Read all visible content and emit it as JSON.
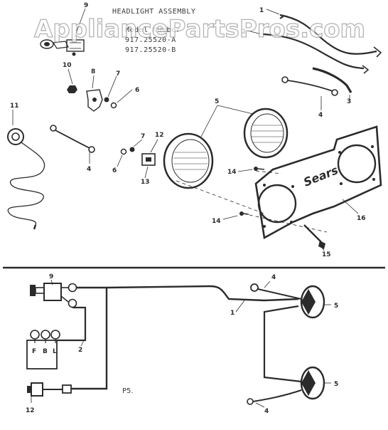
{
  "header": {
    "title": "HEADLIGHT ASSEMBLY",
    "model_label": "Model Number",
    "models": [
      "917.25520-A",
      "917.25520-B"
    ]
  },
  "watermark": {
    "text": "AppliancePartsPros.com"
  },
  "sears_logo": "Sears",
  "page_code": "P5.",
  "switch_terminals": [
    "F",
    "B",
    "L"
  ],
  "callouts": {
    "c1a": "1",
    "c2a": "2",
    "c3a": "3",
    "c4a": "4",
    "c4b": "4",
    "c5a": "5",
    "c6a": "6",
    "c6b": "6",
    "c7a": "7",
    "c7b": "7",
    "c8a": "8",
    "c9a": "9",
    "c10a": "10",
    "c11a": "11",
    "c12a": "12",
    "c13a": "13",
    "c14a": "14",
    "c14b": "14",
    "c15a": "15",
    "c16a": "16",
    "c9w": "9",
    "c4w": "4",
    "c1w": "1",
    "c5w": "5",
    "c5x": "5",
    "c2w": "2",
    "c4x": "4",
    "c12w": "12"
  },
  "colors": {
    "ink": "#2b2b2b",
    "watermark_outline": "#9a9a9a",
    "background": "#ffffff"
  }
}
